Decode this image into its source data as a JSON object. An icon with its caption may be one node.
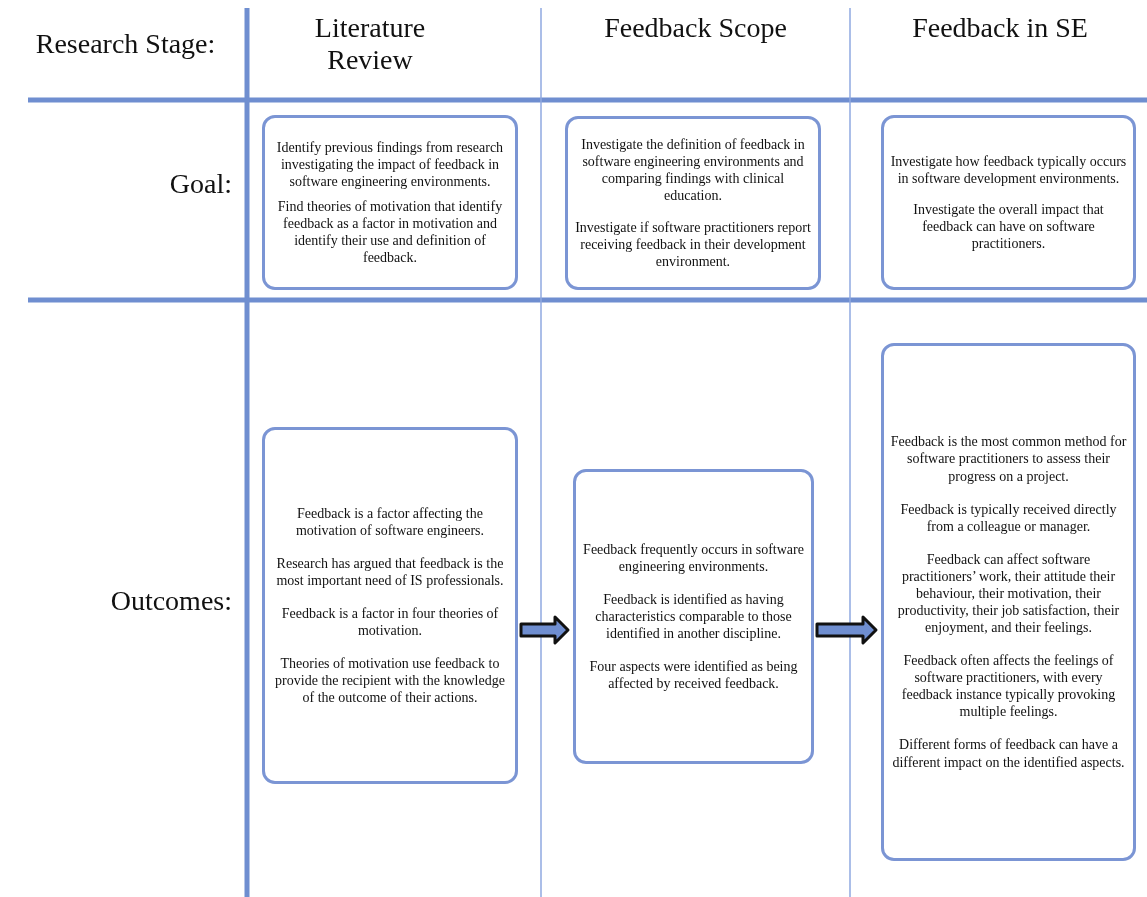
{
  "diagram": {
    "nodes": [
      {
        "text": [
          "Identify previous findings from research investigating the impact of feedback in software engineering environments.",
          "Find theories of motivation that identify feedback as a factor in motivation and identify their use and definition of feedback."
        ]
      },
      {
        "text": [
          "Investigate the definition of feedback in software engineering environments and comparing findings with clinical education.",
          "Investigate if software practitioners report receiving feedback in their development environment."
        ]
      },
      {
        "text": [
          "Investigate how feedback typically occurs in software development environments.",
          "Investigate the overall impact that feedback can have on software practitioners."
        ]
      },
      {
        "text": [
          "Feedback is a factor affecting the motivation of software engineers.",
          "Research has argued that feedback is the most important need of IS professionals.",
          "Feedback is a factor in four theories of motivation.",
          "Theories of motivation use feedback to provide the recipient with the knowledge of the outcome of their actions."
        ]
      },
      {
        "text": [
          "Feedback frequently occurs in software engineering environments.",
          "Feedback is identified as having characteristics comparable to those identified in another discipline.",
          "Four aspects were identified as being affected by received feedback."
        ]
      },
      {
        "text": [
          "Feedback is the most common method for software practitioners to assess their progress on a project.",
          "Feedback is typically received directly from a colleague or manager.",
          "Feedback can affect software practitioners’ work, their attitude their behaviour, their motivation, their productivity, their job satisfaction, their enjoyment, and their feelings.",
          "Feedback often affects the feelings of software practitioners, with every feedback instance typically provoking multiple feelings.",
          "Different forms of feedback can have a different impact on the identified aspects."
        ]
      }
    ],
    "edges": [
      {
        "from": 3,
        "to": 4,
        "arrow": "to"
      },
      {
        "from": 4,
        "to": 5,
        "arrow": "to"
      }
    ],
    "labels": [
      "Research Stage:",
      "Literature Review",
      "Feedback Scope",
      "Feedback in SE",
      "Goal:",
      "Outcomes:"
    ]
  }
}
